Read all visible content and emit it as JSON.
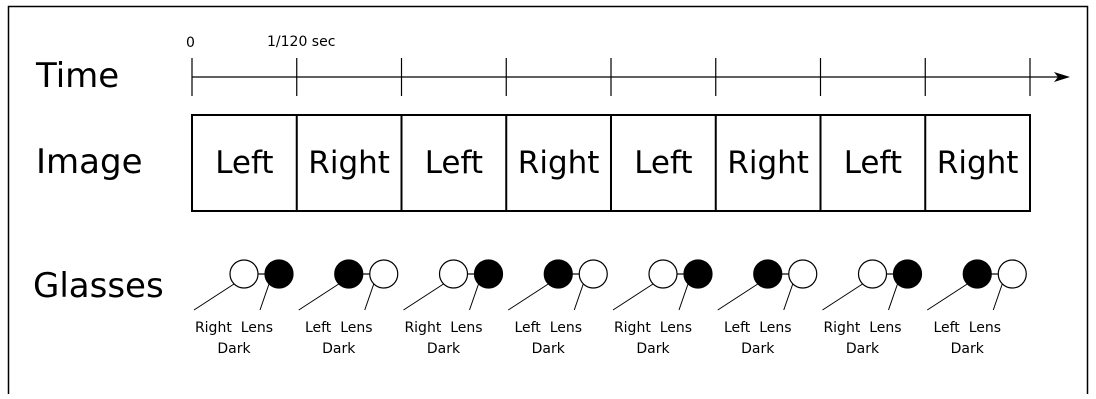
{
  "row_labels": {
    "time": "Time",
    "image": "Image",
    "glasses": "Glasses"
  },
  "timeline": {
    "tick_labels": [
      "0",
      "1/120 sec"
    ]
  },
  "frames": [
    {
      "image": "Left",
      "dark_lens": "right",
      "caption_line1": "Right  Lens",
      "caption_line2": "Dark"
    },
    {
      "image": "Right",
      "dark_lens": "left",
      "caption_line1": "Left  Lens",
      "caption_line2": "Dark"
    },
    {
      "image": "Left",
      "dark_lens": "right",
      "caption_line1": "Right  Lens",
      "caption_line2": "Dark"
    },
    {
      "image": "Right",
      "dark_lens": "left",
      "caption_line1": "Left  Lens",
      "caption_line2": "Dark"
    },
    {
      "image": "Left",
      "dark_lens": "right",
      "caption_line1": "Right  Lens",
      "caption_line2": "Dark"
    },
    {
      "image": "Right",
      "dark_lens": "left",
      "caption_line1": "Left  Lens",
      "caption_line2": "Dark"
    },
    {
      "image": "Left",
      "dark_lens": "right",
      "caption_line1": "Right  Lens",
      "caption_line2": "Dark"
    },
    {
      "image": "Right",
      "dark_lens": "left",
      "caption_line1": "Left  Lens",
      "caption_line2": "Dark"
    }
  ],
  "colors": {
    "stroke": "#000000",
    "lens_dark": "#000000",
    "lens_clear": "#ffffff",
    "background": "#ffffff"
  }
}
